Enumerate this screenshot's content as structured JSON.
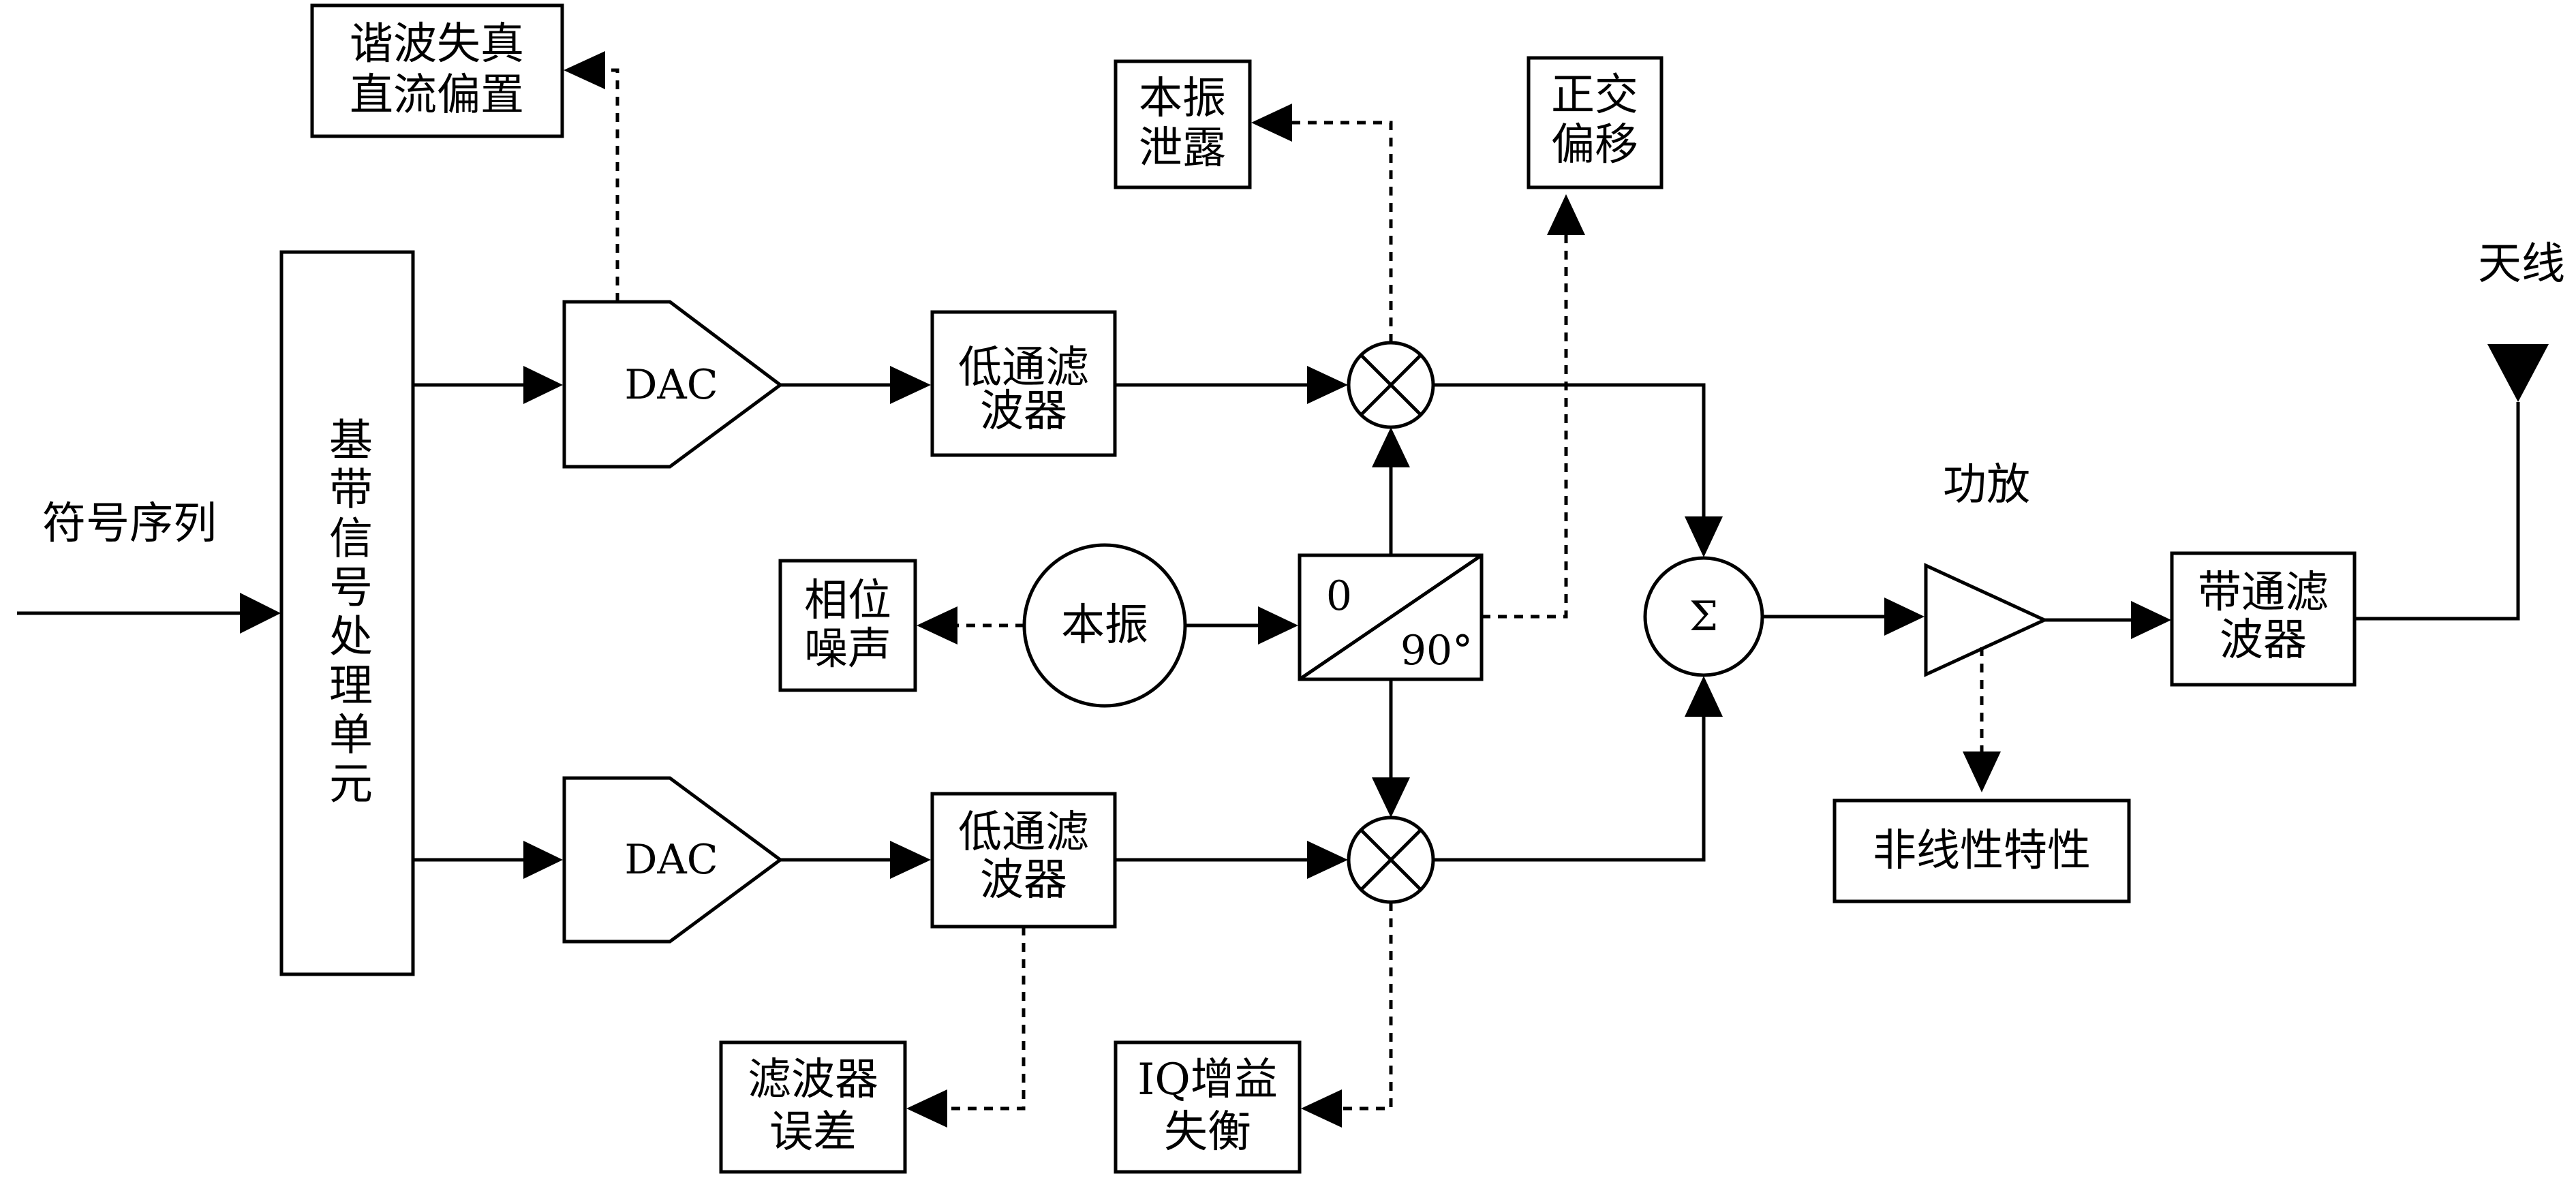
{
  "inputs": {
    "symbol_sequence": "符号序列"
  },
  "units": {
    "baseband": "基带信号处理单元",
    "dac_i": "DAC",
    "dac_q": "DAC",
    "lpf_i": [
      "低通滤",
      "波器"
    ],
    "lpf_q": [
      "低通滤",
      "波器"
    ],
    "local_oscillator": "本振",
    "phase_splitter": {
      "top": "0",
      "bottom": "90°"
    },
    "summer": "Σ",
    "power_amp": "功放",
    "bpf": [
      "带通滤",
      "波器"
    ],
    "antenna": "天线"
  },
  "impairments": {
    "dac": [
      "谐波失真",
      "直流偏置"
    ],
    "lo_leakage": [
      "本振",
      "泄露"
    ],
    "quadrature_offset": [
      "正交",
      "偏移"
    ],
    "phase_noise": [
      "相位",
      "噪声"
    ],
    "filter_error": [
      "滤波器",
      "误差"
    ],
    "iq_gain_imbalance": [
      "IQ增益",
      "失衡"
    ],
    "pa_nonlinearity": "非线性特性"
  }
}
